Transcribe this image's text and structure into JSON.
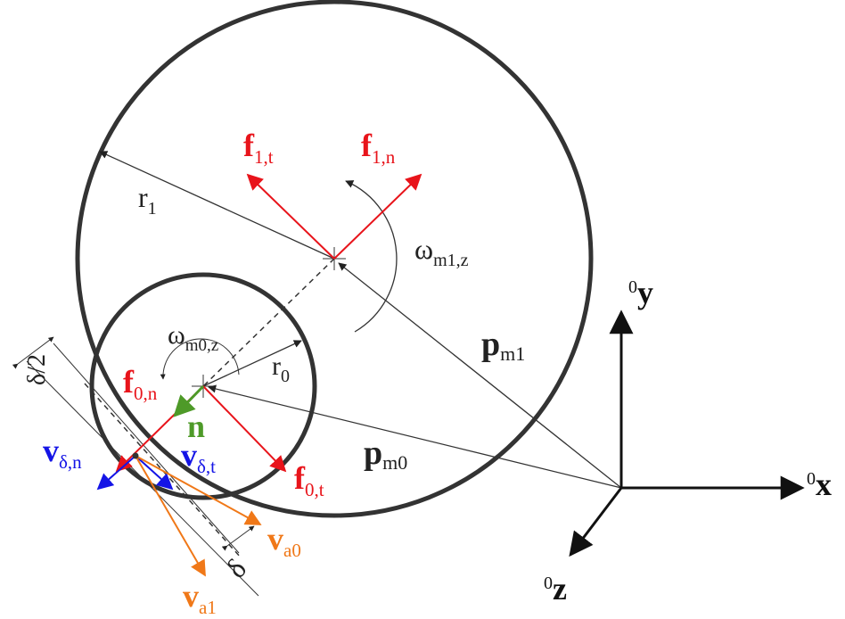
{
  "labels": {
    "r1": "r",
    "r1_sub": "1",
    "r0": "r",
    "r0_sub": "0",
    "omega_m1": "ω",
    "omega_m1_sub": "m1,z",
    "omega_m0": "ω",
    "omega_m0_sub": "m0,z",
    "f1t": "f",
    "f1t_sub": "1,t",
    "f1n": "f",
    "f1n_sub": "1,n",
    "f0n": "f",
    "f0n_sub": "0,n",
    "f0t": "f",
    "f0t_sub": "0,t",
    "n": "n",
    "pm1": "p",
    "pm1_sub": "m1",
    "pm0": "p",
    "pm0_sub": "m0",
    "vdn": "v",
    "vdn_sub": "δ,n",
    "vdt": "v",
    "vdt_sub": "δ,t",
    "va0": "v",
    "va0_sub": "a0",
    "va1": "v",
    "va1_sub": "a1",
    "delta_half": "δ/2",
    "delta": "δ",
    "ax_y_pre": "0",
    "ax_y": "y",
    "ax_x_pre": "0",
    "ax_x": "x",
    "ax_z_pre": "0",
    "ax_z": "z"
  },
  "colors": {
    "red": "#e8141b",
    "blue": "#1414e6",
    "green": "#4e9a28",
    "orange": "#f07818",
    "black": "#222222"
  }
}
